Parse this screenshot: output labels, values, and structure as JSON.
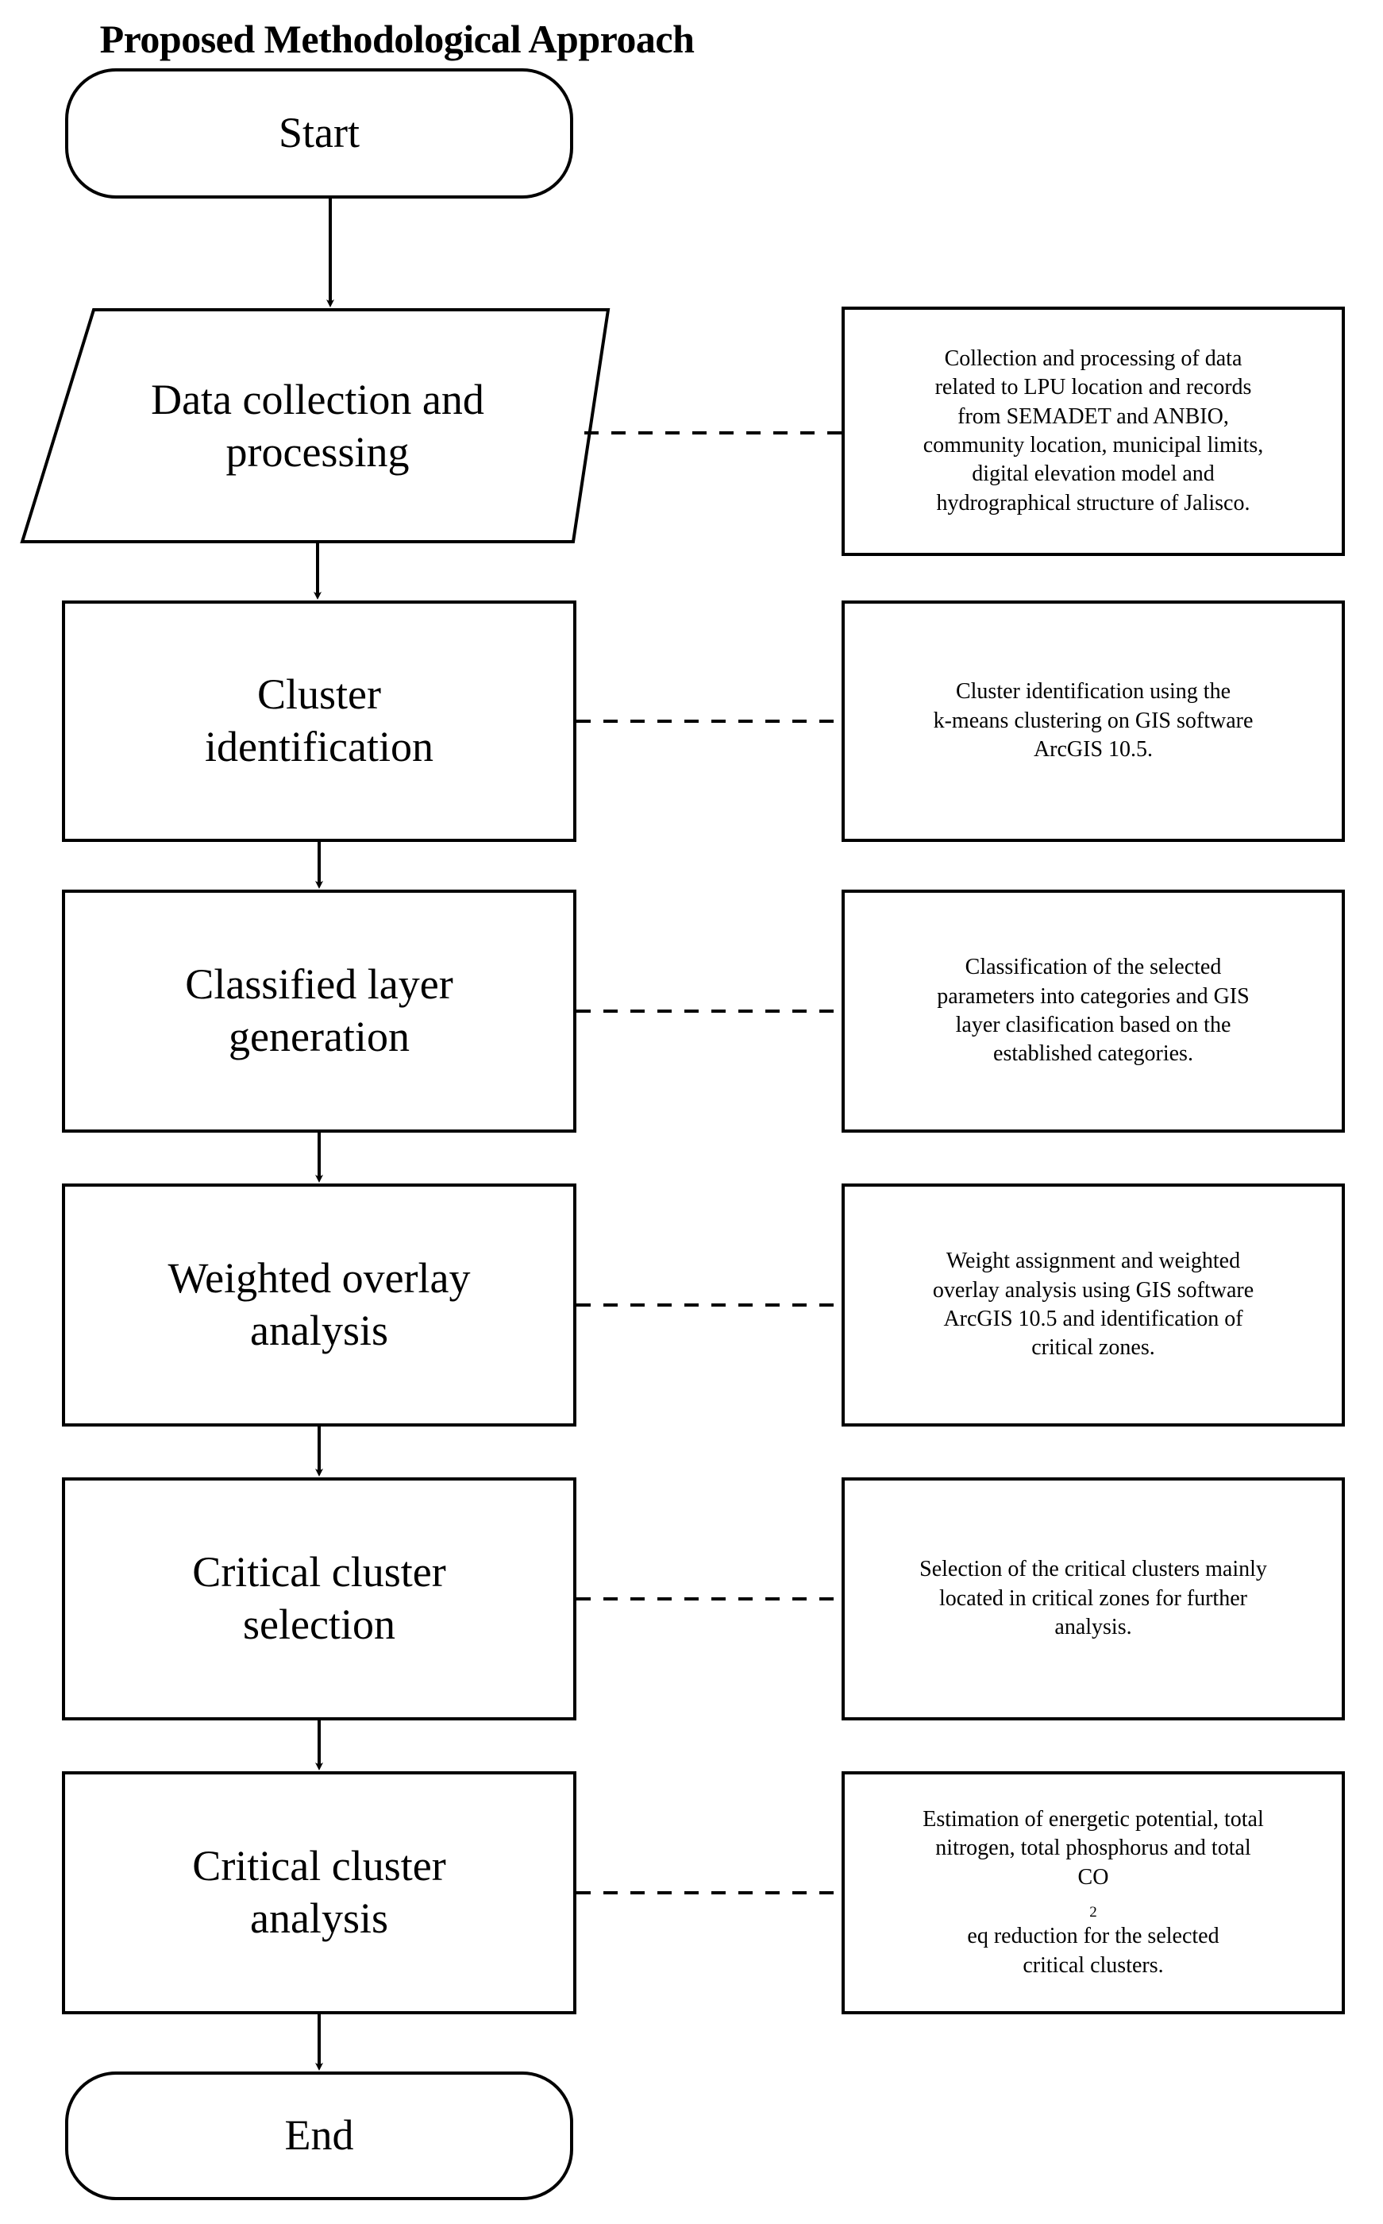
{
  "title": "Proposed Methodological Approach",
  "diagram": {
    "type": "flowchart",
    "orientation": "vertical",
    "nodes": [
      {
        "id": "start",
        "shape": "terminator",
        "label": "Start"
      },
      {
        "id": "data",
        "shape": "parallelogram",
        "label": "Data collection and\nprocessing"
      },
      {
        "id": "cluster",
        "shape": "process",
        "label": "Cluster\nidentification"
      },
      {
        "id": "layer",
        "shape": "process",
        "label": "Classified layer\ngeneration"
      },
      {
        "id": "overlay",
        "shape": "process",
        "label": "Weighted overlay\nanalysis"
      },
      {
        "id": "selection",
        "shape": "process",
        "label": "Critical cluster\nselection"
      },
      {
        "id": "analysis",
        "shape": "process",
        "label": "Critical cluster\nanalysis"
      },
      {
        "id": "end",
        "shape": "terminator",
        "label": "End"
      }
    ],
    "annotations": [
      {
        "for": "data",
        "lines": [
          "Collection and processing of data",
          "related to LPU location and records",
          "from SEMADET and ANBIO,",
          "community location, municipal limits,",
          "digital elevation model and",
          "hydrographical structure of Jalisco."
        ]
      },
      {
        "for": "cluster",
        "lines": [
          "Cluster identification using the",
          "k-means clustering on GIS software",
          "ArcGIS 10.5."
        ]
      },
      {
        "for": "layer",
        "lines": [
          "Classification of the selected",
          "parameters into categories and GIS",
          "layer clasification based on the",
          "established categories."
        ]
      },
      {
        "for": "overlay",
        "lines": [
          "Weight assignment and weighted",
          "overlay analysis using GIS software",
          "ArcGIS 10.5 and identification of",
          "critical zones."
        ]
      },
      {
        "for": "selection",
        "lines": [
          "Selection of the critical clusters mainly",
          "located in critical zones for further",
          "analysis."
        ]
      },
      {
        "for": "analysis",
        "lines": [
          "Estimation of  energetic potential, total",
          "nitrogen, total phosphorus and total",
          "CO2eq reduction for the selected",
          "critical clusters."
        ],
        "has_subscript": true,
        "subscript_line_parts": [
          "CO",
          "2",
          "eq reduction for the selected"
        ]
      }
    ],
    "connector_style": {
      "flow_arrows": "solid-with-arrowhead",
      "annotation_links": "dashed"
    },
    "colors": {
      "stroke": "#000000",
      "fill": "#ffffff",
      "text": "#000000"
    }
  }
}
